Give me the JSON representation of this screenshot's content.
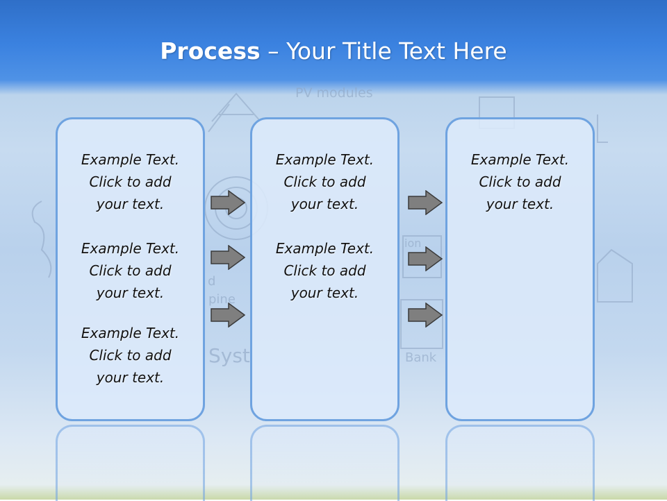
{
  "title": {
    "bold": "Process",
    "rest": " – Your Title Text Here"
  },
  "background_words": {
    "w1": "PV modules",
    "w2": "Bank",
    "w3": "Syst",
    "w4": "pine",
    "w5": "d",
    "w6": "ion"
  },
  "columns": [
    {
      "blocks": [
        {
          "l1": "Example Text.",
          "l2": "Click  to add",
          "l3": "your text."
        },
        {
          "l1": "Example Text.",
          "l2": "Click  to add",
          "l3": "your text."
        },
        {
          "l1": "Example Text.",
          "l2": "Click  to add",
          "l3": "your text."
        }
      ]
    },
    {
      "blocks": [
        {
          "l1": "Example Text.",
          "l2": "Click  to add",
          "l3": "your text."
        },
        {
          "l1": "Example Text.",
          "l2": "Click  to add",
          "l3": "your text."
        }
      ]
    },
    {
      "blocks": [
        {
          "l1": "Example Text.",
          "l2": "Click  to add",
          "l3": "your text."
        }
      ]
    }
  ],
  "colors": {
    "header": "#3b82e0",
    "card_border": "#6fa3e0",
    "card_fill": "#dce9fa",
    "arrow_fill": "#7f7f7f"
  }
}
